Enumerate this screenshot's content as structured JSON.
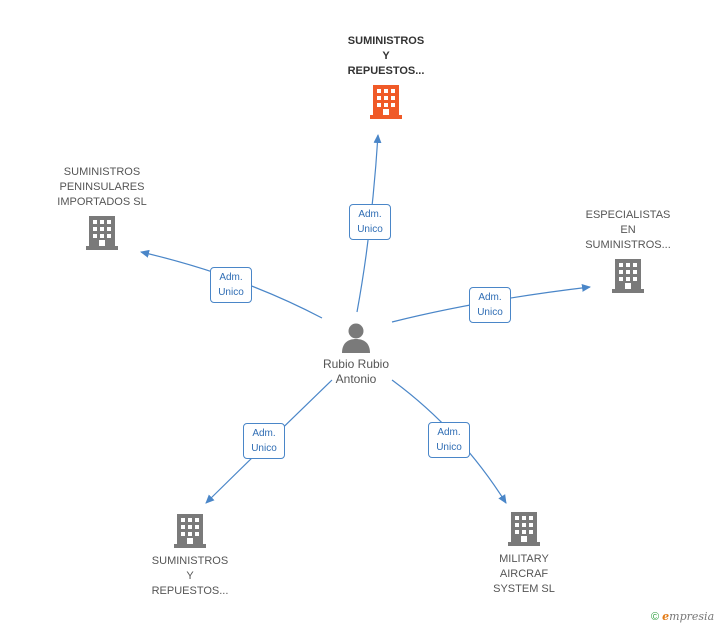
{
  "colors": {
    "edge": "#4a86c8",
    "company_icon": "#7a7a7a",
    "main_company_icon": "#f05a28",
    "person_icon": "#7a7a7a"
  },
  "person": {
    "label": "Rubio Rubio\nAntonio"
  },
  "companies": [
    {
      "id": "c_top",
      "label": "SUMINISTROS\nY\nREPUESTOS...",
      "main": true
    },
    {
      "id": "c_left",
      "label": "SUMINISTROS\nPENINSULARES\nIMPORTADOS SL",
      "main": false
    },
    {
      "id": "c_right",
      "label": "ESPECIALISTAS\nEN\nSUMINISTROS...",
      "main": false
    },
    {
      "id": "c_bottom_left",
      "label": "SUMINISTROS\nY\nREPUESTOS...",
      "main": false
    },
    {
      "id": "c_bottom_right",
      "label": "MILITARY\nAIRCRAF\nSYSTEM SL",
      "main": false
    }
  ],
  "relations": [
    {
      "to": "c_top",
      "line1": "Adm.",
      "line2": "Unico"
    },
    {
      "to": "c_left",
      "line1": "Adm.",
      "line2": "Unico"
    },
    {
      "to": "c_right",
      "line1": "Adm.",
      "line2": "Unico"
    },
    {
      "to": "c_bottom_left",
      "line1": "Adm.",
      "line2": "Unico"
    },
    {
      "to": "c_bottom_right",
      "line1": "Adm.",
      "line2": "Unico"
    }
  ],
  "footer": {
    "copyright_symbol": "©",
    "brand_initial": "e",
    "brand_rest": "mpresia"
  }
}
